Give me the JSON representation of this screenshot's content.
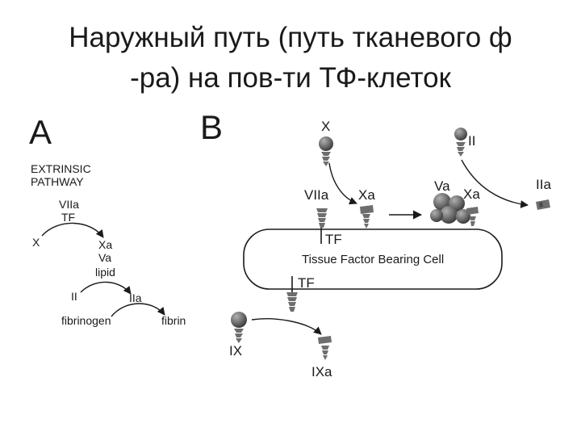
{
  "title": {
    "line1": "Наружный путь (путь тканевого ф",
    "line2": "-ра) на пов-ти ТФ-клеток"
  },
  "panel_a": {
    "letter": "A",
    "heading1": "EXTRINSIC",
    "heading2": "PATHWAY",
    "viia": "VIIa",
    "tf": "TF",
    "x": "X",
    "xa": "Xa",
    "va": "Va",
    "lipid": "lipid",
    "ii": "II",
    "iia": "IIa",
    "fibrinogen": "fibrinogen",
    "fibrin": "fibrin"
  },
  "panel_b": {
    "letter": "B",
    "x": "X",
    "ii": "II",
    "viia": "VIIa",
    "xa": "Xa",
    "va": "Va",
    "xa2": "Xa",
    "iia": "IIa",
    "tf_top": "TF",
    "cell": "Tissue Factor Bearing Cell",
    "tf_bottom": "TF",
    "ix": "IX",
    "ixa": "IXa"
  },
  "colors": {
    "protein": "#6e6e6e",
    "protein_dark": "#4a4a4a",
    "line": "#1a1a1a"
  }
}
